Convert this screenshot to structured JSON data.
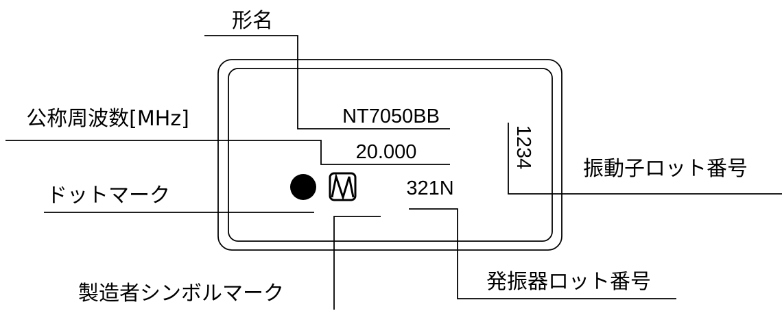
{
  "labels": {
    "model_name": "形名",
    "nominal_frequency": "公称周波数[MHz]",
    "dot_mark": "ドットマーク",
    "manufacturer_symbol": "製造者シンボルマーク",
    "oscillator_lot": "発振器ロット番号",
    "resonator_lot": "振動子ロット番号"
  },
  "marking": {
    "model": "NT7050BB",
    "frequency": "20.000",
    "oscillator_lot": "321N",
    "resonator_lot": "1234"
  },
  "icons": {
    "dot": "filled-circle-dot",
    "symbol": "boxed-waveform-symbol"
  }
}
